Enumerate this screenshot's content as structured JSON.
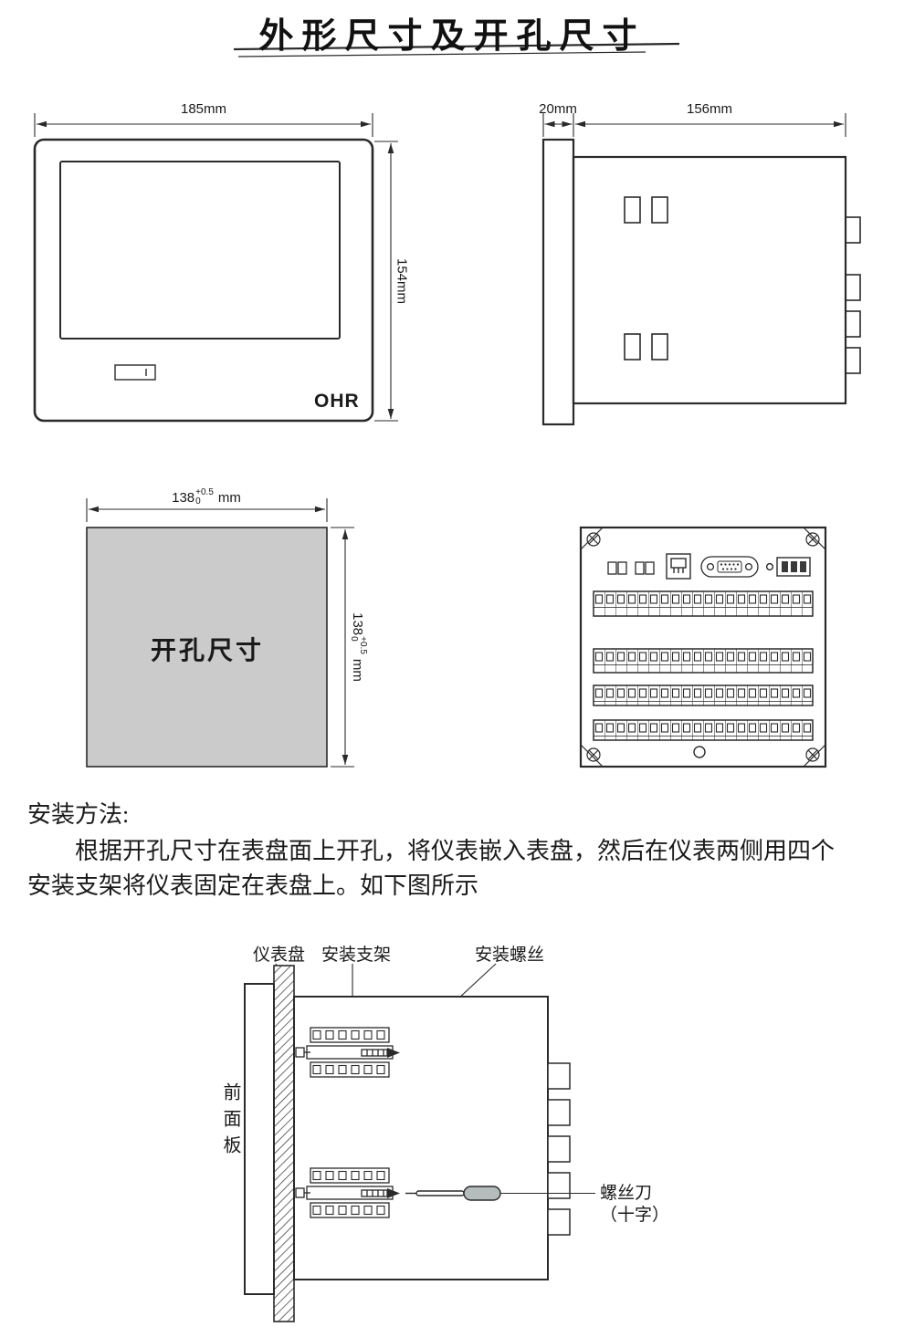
{
  "page": {
    "title": "外形尺寸及开孔尺寸"
  },
  "front_view": {
    "width_label": "185mm",
    "height_label": "154mm",
    "logo": "OHR"
  },
  "side_view": {
    "depth_label": "20mm",
    "width_label": "156mm"
  },
  "cutout": {
    "label": "开孔尺寸",
    "width_dim": {
      "value": "138",
      "tol_plus": "+0.5",
      "tol_minus": "0",
      "unit": "mm"
    },
    "height_dim": {
      "value": "138",
      "tol_plus": "+0.5",
      "tol_minus": "0",
      "unit": "mm"
    }
  },
  "installation": {
    "heading": "安装方法:",
    "body": "根据开孔尺寸在表盘面上开孔，将仪表嵌入表盘，然后在仪表两侧用四个安装支架将仪表固定在表盘上。如下图所示",
    "labels": {
      "panel": "仪表盘",
      "bracket": "安装支架",
      "screw": "安装螺丝",
      "front_panel": "前面板",
      "screwdriver": "螺丝刀",
      "screwdriver_type": "（十字）"
    }
  }
}
